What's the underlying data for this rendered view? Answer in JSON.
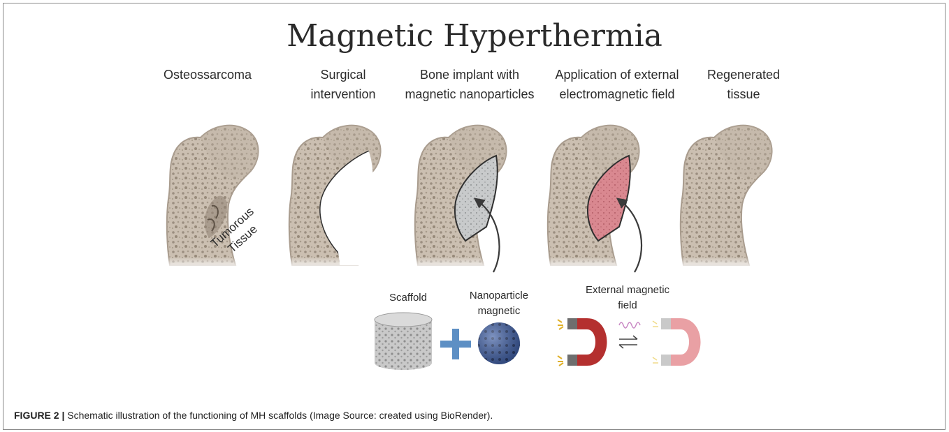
{
  "figure": {
    "title": "Magnetic Hyperthermia",
    "steps": [
      {
        "line1": "Osteossarcoma",
        "line2": ""
      },
      {
        "line1": "Surgical",
        "line2": "intervention"
      },
      {
        "line1": "Bone implant with",
        "line2": "magnetic nanoparticles"
      },
      {
        "line1": "Application of external",
        "line2": "electromagnetic field"
      },
      {
        "line1": "Regenerated",
        "line2": "tissue"
      }
    ],
    "tumor_label": {
      "line1": "Tumorous",
      "line2": "Tissue"
    },
    "components": {
      "scaffold": "Scaffold",
      "nanoparticle": {
        "line1": "Nanoparticle",
        "line2": "magnetic"
      },
      "field": {
        "line1": "External magnetic",
        "line2": "field"
      }
    },
    "colors": {
      "bone": "#cfc4b6",
      "bone_dark": "#8c7f72",
      "implant_grey": "#c9cbcc",
      "implant_red": "#d98a92",
      "magnet_red": "#b4302f",
      "magnet_pink": "#e9a0a4",
      "nanoparticle_blue": "#2f4e94",
      "plus_blue": "#5d8fc4"
    }
  },
  "caption": {
    "label": "FIGURE 2 |",
    "text": " Schematic illustration of the functioning of MH scaffolds (Image Source: created using BioRender)."
  }
}
